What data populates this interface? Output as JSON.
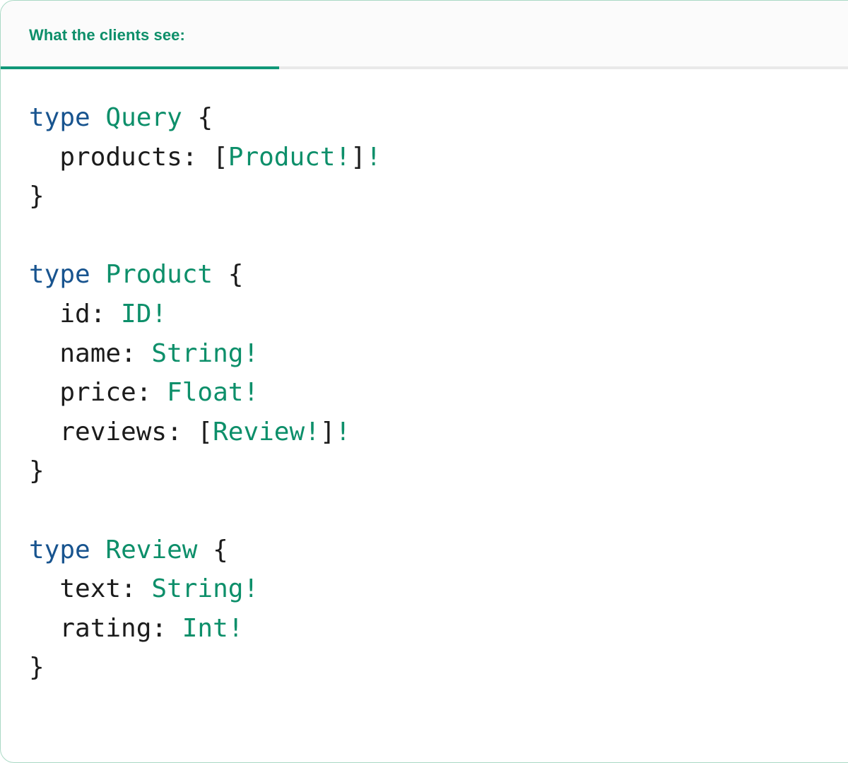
{
  "card": {
    "border_color": "#a9d9c4",
    "background": "#ffffff"
  },
  "tabs": {
    "active_index": 0,
    "items": [
      {
        "label": "What the clients see:"
      }
    ],
    "active_color": "#0d8f6a",
    "underline_color": "#109878",
    "strip_background": "#fbfbfb",
    "divider_color": "#e9e9e9"
  },
  "code": {
    "language": "graphql",
    "colors": {
      "keyword": "#18548f",
      "type": "#0d8f6a",
      "plain": "#1c1c1c"
    },
    "text": "type Query {\n  products: [Product!]!\n}\n\ntype Product {\n  id: ID!\n  name: String!\n  price: Float!\n  reviews: [Review!]!\n}\n\ntype Review {\n  text: String!\n  rating: Int!\n}",
    "lines": [
      {
        "tokens": [
          {
            "t": "type",
            "c": "kw"
          },
          {
            "t": " ",
            "c": "plain"
          },
          {
            "t": "Query",
            "c": "type"
          },
          {
            "t": " {",
            "c": "plain"
          }
        ]
      },
      {
        "tokens": [
          {
            "t": "  products: [",
            "c": "plain"
          },
          {
            "t": "Product!",
            "c": "type"
          },
          {
            "t": "]",
            "c": "plain"
          },
          {
            "t": "!",
            "c": "type"
          }
        ]
      },
      {
        "tokens": [
          {
            "t": "}",
            "c": "plain"
          }
        ]
      },
      {
        "tokens": [
          {
            "t": "",
            "c": "plain"
          }
        ]
      },
      {
        "tokens": [
          {
            "t": "type",
            "c": "kw"
          },
          {
            "t": " ",
            "c": "plain"
          },
          {
            "t": "Product",
            "c": "type"
          },
          {
            "t": " {",
            "c": "plain"
          }
        ]
      },
      {
        "tokens": [
          {
            "t": "  id: ",
            "c": "plain"
          },
          {
            "t": "ID!",
            "c": "type"
          }
        ]
      },
      {
        "tokens": [
          {
            "t": "  name: ",
            "c": "plain"
          },
          {
            "t": "String!",
            "c": "type"
          }
        ]
      },
      {
        "tokens": [
          {
            "t": "  price: ",
            "c": "plain"
          },
          {
            "t": "Float!",
            "c": "type"
          }
        ]
      },
      {
        "tokens": [
          {
            "t": "  reviews: [",
            "c": "plain"
          },
          {
            "t": "Review!",
            "c": "type"
          },
          {
            "t": "]",
            "c": "plain"
          },
          {
            "t": "!",
            "c": "type"
          }
        ]
      },
      {
        "tokens": [
          {
            "t": "}",
            "c": "plain"
          }
        ]
      },
      {
        "tokens": [
          {
            "t": "",
            "c": "plain"
          }
        ]
      },
      {
        "tokens": [
          {
            "t": "type",
            "c": "kw"
          },
          {
            "t": " ",
            "c": "plain"
          },
          {
            "t": "Review",
            "c": "type"
          },
          {
            "t": " {",
            "c": "plain"
          }
        ]
      },
      {
        "tokens": [
          {
            "t": "  text: ",
            "c": "plain"
          },
          {
            "t": "String!",
            "c": "type"
          }
        ]
      },
      {
        "tokens": [
          {
            "t": "  rating: ",
            "c": "plain"
          },
          {
            "t": "Int!",
            "c": "type"
          }
        ]
      },
      {
        "tokens": [
          {
            "t": "}",
            "c": "plain"
          }
        ]
      }
    ]
  }
}
